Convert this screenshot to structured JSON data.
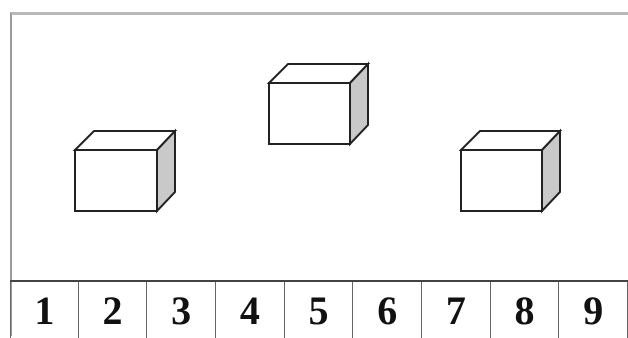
{
  "cells": [
    "1",
    "2",
    "3",
    "4",
    "5",
    "6",
    "7",
    "8",
    "9"
  ],
  "boxes": [
    {
      "name": "left-box"
    },
    {
      "name": "middle-box"
    },
    {
      "name": "right-box"
    }
  ],
  "colors": {
    "edge": "#222222",
    "front": "#ffffff",
    "top": "#ffffff",
    "side": "#c9c9c9"
  }
}
